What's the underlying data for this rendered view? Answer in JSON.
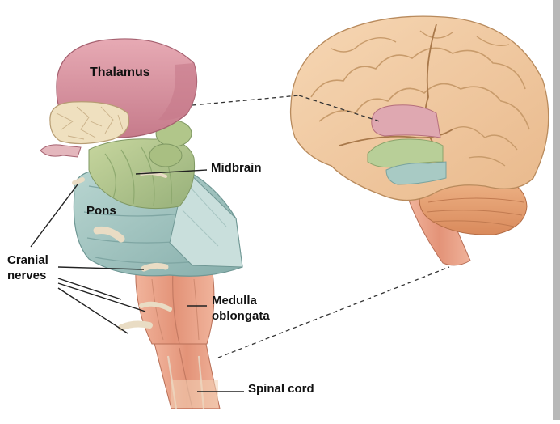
{
  "labels": {
    "thalamus": "Thalamus",
    "midbrain": "Midbrain",
    "pons": "Pons",
    "cranial_line1": "Cranial",
    "cranial_line2": "nerves",
    "medulla_line1": "Medulla",
    "medulla_line2": "oblongata",
    "spinal_cord": "Spinal cord"
  },
  "colors": {
    "thalamus": "#d9919e",
    "midbrain": "#b7c98e",
    "pons": "#9fc3bf",
    "medulla": "#e9a48e",
    "cortex": "#f0c9a0",
    "cerebellum": "#e8a677",
    "leader_line": "#222222"
  }
}
